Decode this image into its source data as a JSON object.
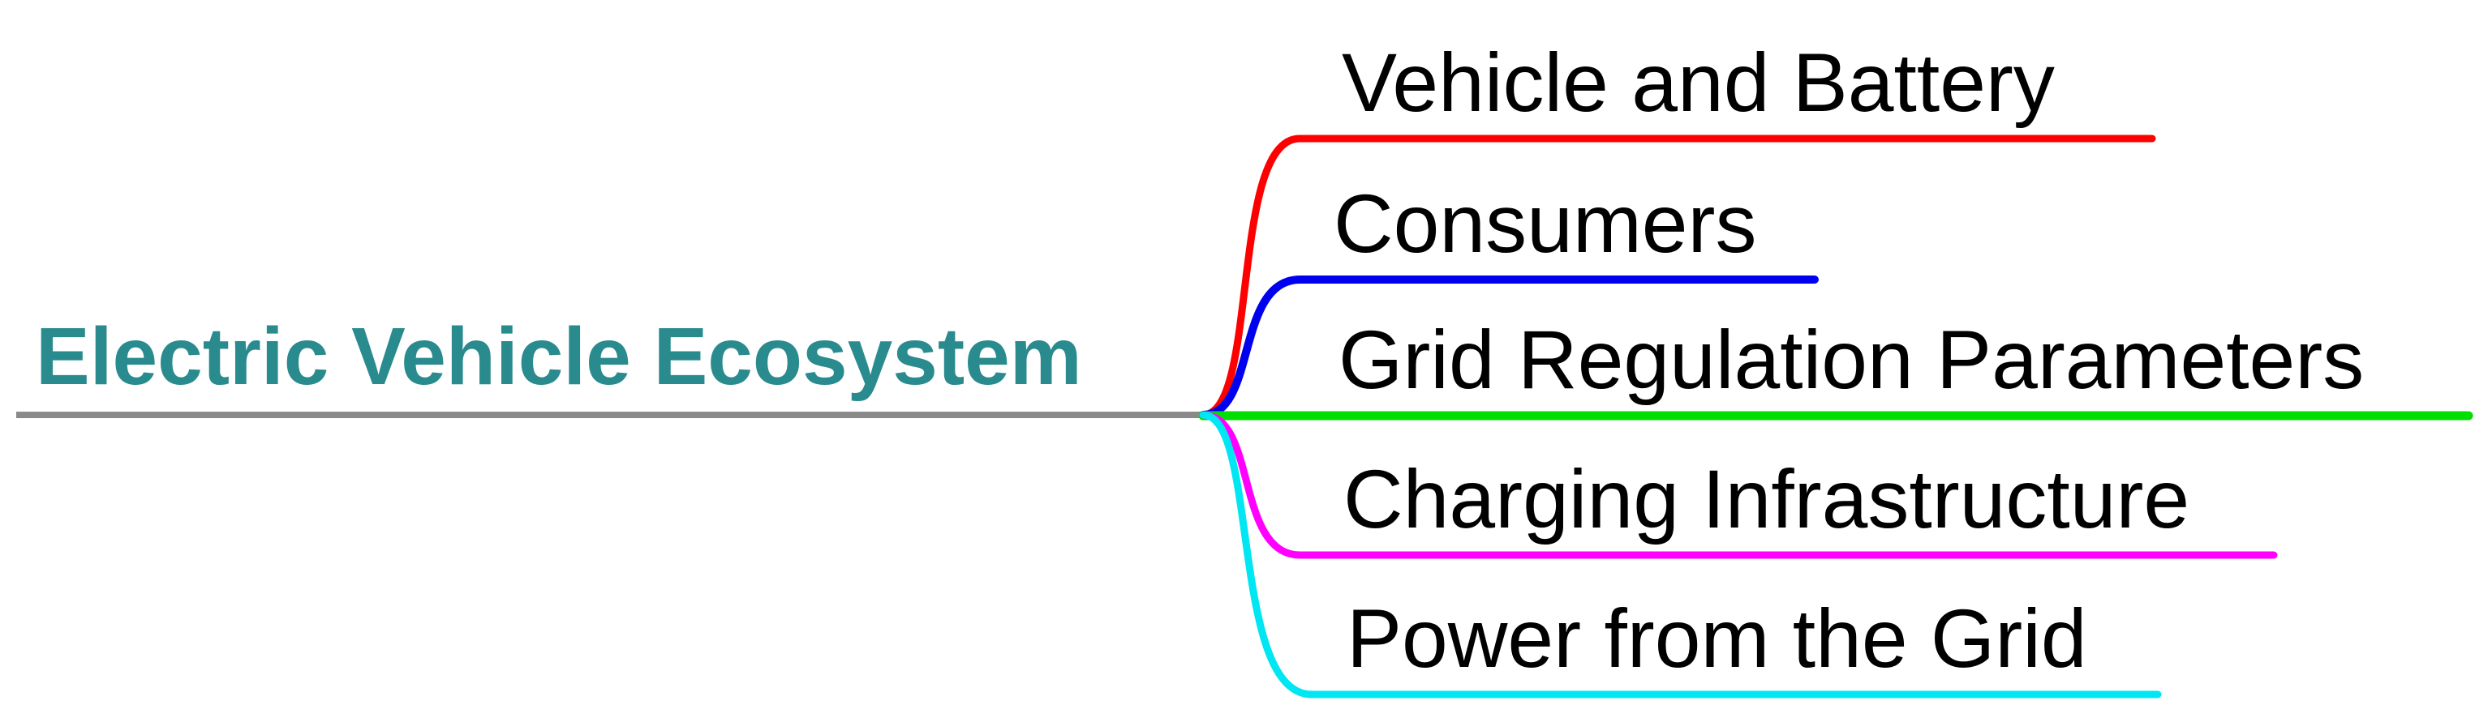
{
  "diagram": {
    "type": "mindmap",
    "background_color": "#FFFFFF",
    "root": {
      "label": "Electric Vehicle Ecosystem",
      "text_color": "#2A8B8E",
      "line_color": "#8A8A8A"
    },
    "branch_text_color": "#000000",
    "branches": [
      {
        "label": "Vehicle and Battery",
        "line_color": "#FF0000"
      },
      {
        "label": "Consumers",
        "line_color": "#0000EE"
      },
      {
        "label": "Grid Regulation Parameters",
        "line_color": "#00DF00"
      },
      {
        "label": "Charging Infrastructure",
        "line_color": "#FF00FF"
      },
      {
        "label": "Power from the Grid",
        "line_color": "#00E6F2"
      }
    ]
  }
}
